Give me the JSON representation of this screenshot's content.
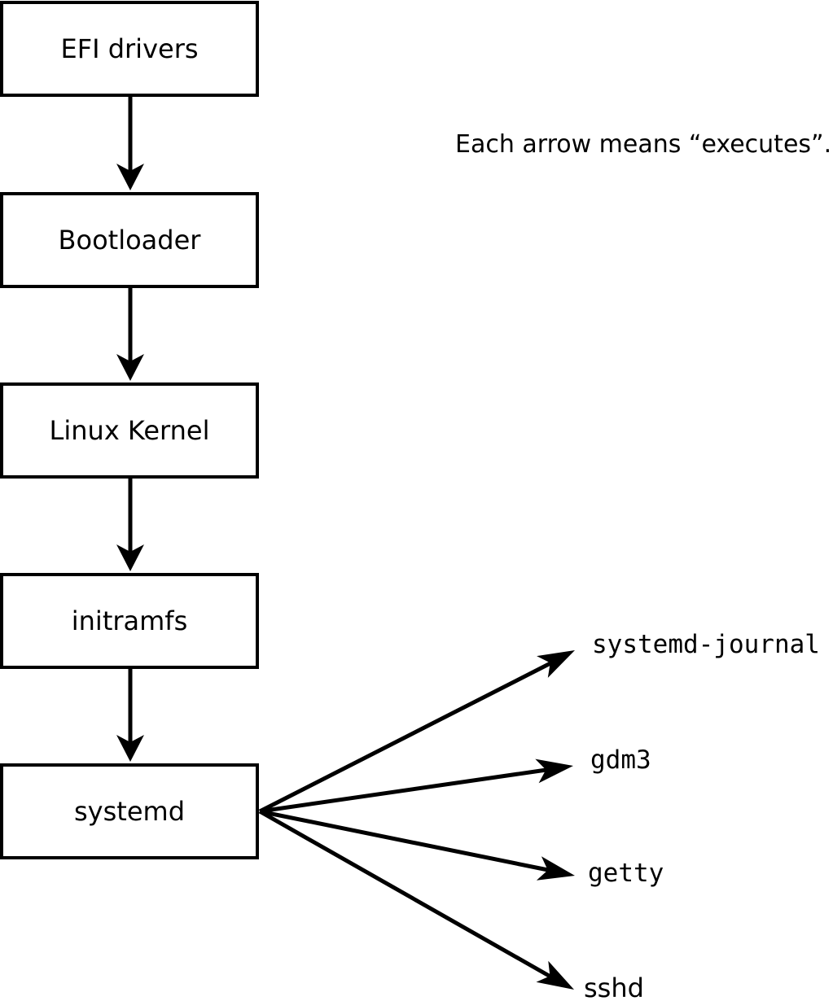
{
  "diagram": {
    "note": "Each arrow means “executes”.",
    "chain": [
      {
        "label": "EFI drivers"
      },
      {
        "label": "Bootloader"
      },
      {
        "label": "Linux Kernel"
      },
      {
        "label": "initramfs"
      },
      {
        "label": "systemd"
      }
    ],
    "spawned": [
      {
        "label": "systemd-journal"
      },
      {
        "label": "gdm3"
      },
      {
        "label": "getty"
      },
      {
        "label": "sshd"
      }
    ],
    "arrow_meaning": "executes",
    "colors": {
      "stroke": "#000000",
      "box_fill": "#ffffff",
      "background": "#ffffff"
    }
  }
}
